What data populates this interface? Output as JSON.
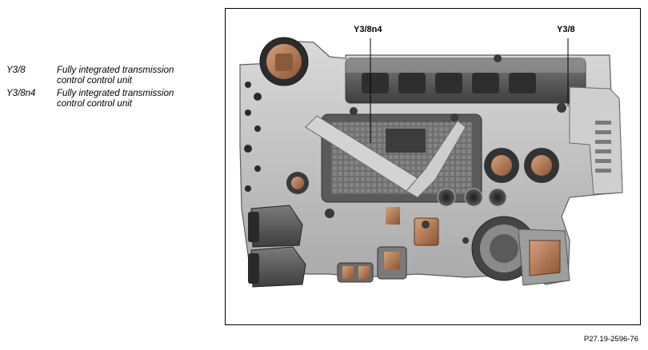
{
  "legend": [
    {
      "code": "Y3/8",
      "description": "Fully integrated transmission control control unit"
    },
    {
      "code": "Y3/8n4",
      "description": "Fully integrated transmission control control unit"
    }
  ],
  "callouts": [
    {
      "label": "Y3/8n4"
    },
    {
      "label": "Y3/8"
    }
  ],
  "figure_id": "P27.19-2596-76",
  "colors": {
    "frame": "#000000",
    "housing_light": "#c8c8c8",
    "housing_mid": "#8e8e8e",
    "housing_dark": "#4a4a4a",
    "copper": "#b07a55"
  }
}
